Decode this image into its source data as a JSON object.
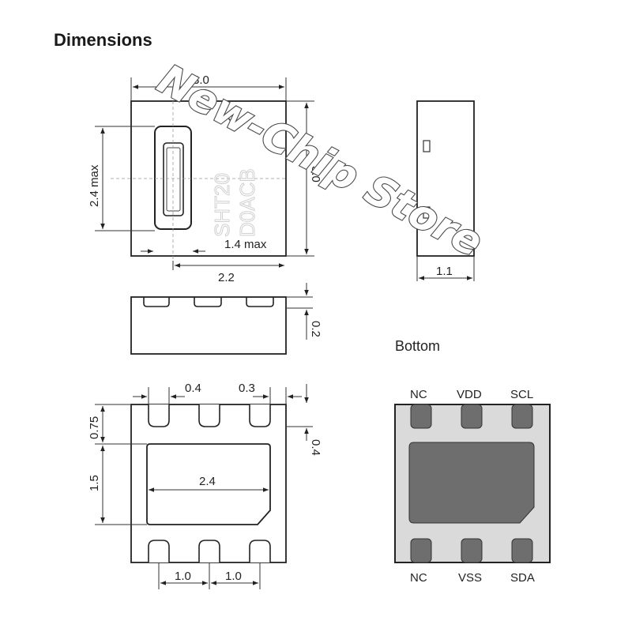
{
  "title": "Dimensions",
  "bottom_view_label": "Bottom",
  "watermark": "New-Chip Store",
  "chip_marking": [
    "SHT20",
    "D0ACB"
  ],
  "top_view": {
    "width_label": "3.0",
    "height_label": "3.0",
    "window_height_label": "2.4 max",
    "window_width_label": "1.4 max",
    "offset_label": "2.2"
  },
  "side_view": {
    "thickness_label": "1.1"
  },
  "front_view": {
    "pad_height_label": "0.2"
  },
  "bottom_dims": {
    "pad_width_label": "0.4",
    "pad_gap_label": "0.3",
    "pad_length_label": "0.4",
    "top_margin_label": "0.75",
    "exposed_pad_height_label": "1.5",
    "exposed_pad_width_label": "2.4",
    "pitch_left_label": "1.0",
    "pitch_right_label": "1.0"
  },
  "pins": {
    "top": [
      "NC",
      "VDD",
      "SCL"
    ],
    "bottom": [
      "NC",
      "VSS",
      "SDA"
    ]
  },
  "colors": {
    "package_fill": "#dadada",
    "pad_fill": "#6e6e6e",
    "exposed_pad_fill": "#6e6e6e"
  }
}
